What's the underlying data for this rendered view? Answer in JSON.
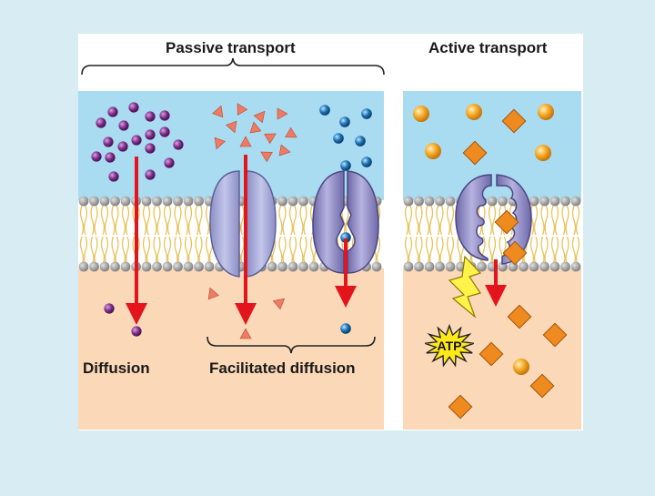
{
  "titles": {
    "passive": "Passive transport",
    "active": "Active transport"
  },
  "labels": {
    "diffusion": "Diffusion",
    "facilitated": "Facilitated diffusion",
    "atp": "ATP"
  },
  "colors": {
    "page_bg": "#d8ecf3",
    "panel_bg": "#ffffff",
    "extracellular": "#a9dcf1",
    "cytoplasm": "#fbd9b8",
    "lipid_head": "#8f8f8f",
    "lipid_tail": "#e9c25a",
    "arrow": "#e3141c",
    "purple_molecule": "#7a2a86",
    "triangle_molecule": "#ee7b62",
    "blue_molecule": "#1b74b8",
    "channel_protein": "#a8acd8",
    "carrier_protein": "#8a86bf",
    "orange_sphere": "#f5a623",
    "orange_diamond": "#ef8a1e",
    "atp_burst": "#ffe81a",
    "lightning": "#fff34a"
  },
  "icons": {
    "energy": "lightning-bolt-icon",
    "atp": "starburst-icon"
  }
}
